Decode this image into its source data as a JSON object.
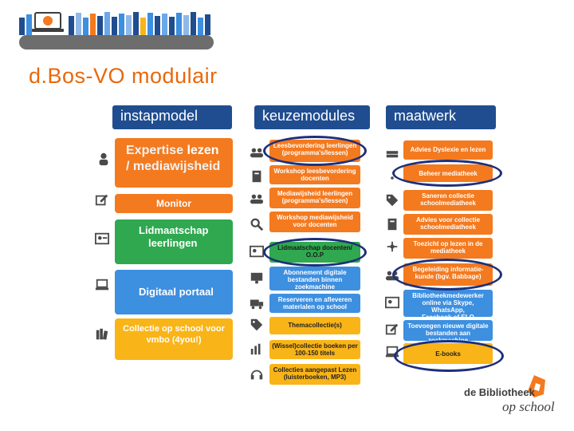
{
  "title": "d.Bos-VO modulair",
  "columns": {
    "instapmodel": "instapmodel",
    "keuzemodules": "keuzemodules",
    "maatwerk": "maatwerk"
  },
  "instap": {
    "expertise_l1a": "Expertise ",
    "expertise_l1b": "lezen",
    "expertise_l2": "/ mediawijsheid",
    "monitor": "Monitor",
    "lid_l1": "Lidmaatschap",
    "lid_l2": "leerlingen",
    "digi": "Digitaal portaal",
    "coll_l1": "Collectie op school voor",
    "coll_l2": "vmbo (4you!)"
  },
  "keuze": [
    [
      "Leesbevordering leerlingen",
      "(programma's/lessen)"
    ],
    [
      "Workshop leesbevordering",
      "docenten"
    ],
    [
      "Mediawijsheid leerlingen",
      "(programma's/lessen)"
    ],
    [
      "Workshop mediawijsheid",
      "voor docenten"
    ],
    [
      "Lidmaatschap docenten/",
      "O.O.P"
    ],
    [
      "Abonnement digitale",
      "bestanden binnen",
      "zoekmachine"
    ],
    [
      "Reserveren en afleveren",
      "materialen op school"
    ],
    [
      "Themacollectie(s)"
    ],
    [
      "(Wissel)collectie boeken per",
      "100-150 titels"
    ],
    [
      "Collecties aangepast Lezen",
      "(luisterboeken, MP3)"
    ]
  ],
  "maat": [
    [
      "Advies Dyslexie en lezen"
    ],
    [
      "Beheer mediatheek"
    ],
    [
      "Saneren collectie",
      "schoolmediatheek"
    ],
    [
      "Advies voor collectie",
      "schoolmediatheek"
    ],
    [
      "Toezicht op lezen in de",
      "mediatheek"
    ],
    [
      "Begeleiding informatie-",
      "kunde (bgv. Babbage)"
    ],
    [
      "Bibliotheekmedewerker",
      "online via Skype, WhatsApp,",
      "Facebook of ELO"
    ],
    [
      "Toevoegen nieuwe digitale",
      "bestanden aan zoekmachine"
    ],
    [
      "E-books"
    ]
  ],
  "logo": {
    "line1": "de Bibliotheek",
    "line2": "op school"
  }
}
